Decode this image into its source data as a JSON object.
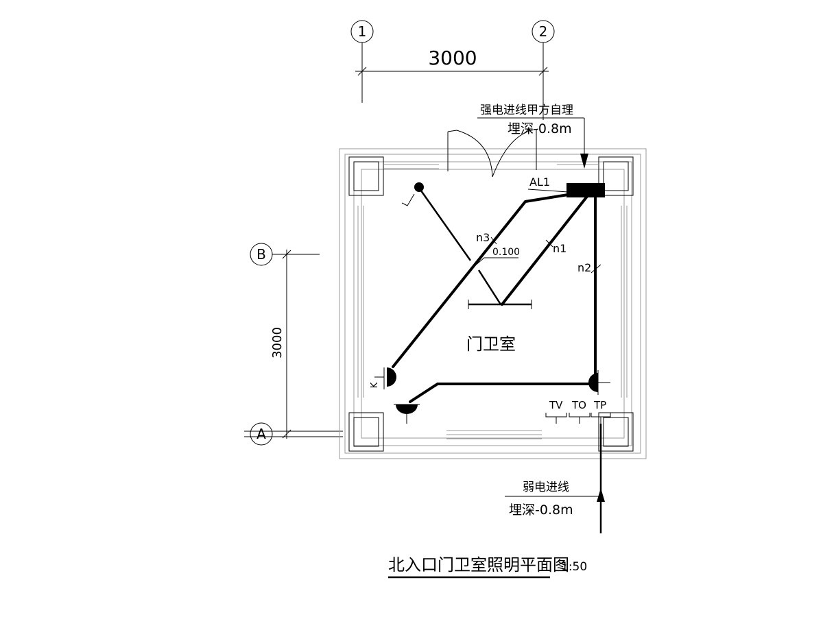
{
  "axes": {
    "axis_1": "1",
    "axis_2": "2",
    "axis_b": "B",
    "axis_a": "A",
    "dim_horizontal": "3000",
    "dim_vertical": "3000"
  },
  "labels": {
    "power_feed_line1": "强电进线甲方自理",
    "power_feed_depth": "埋深-0.8m",
    "panel_id": "AL1",
    "circuit_n1": "n1",
    "circuit_n2": "n2",
    "circuit_n3": "n3",
    "elevation": "0.100",
    "room_name": "门卫室",
    "outlet_tv": "TV",
    "outlet_to": "TO",
    "outlet_tp": "TP",
    "switch_k": "K",
    "weak_feed_line1": "弱电进线",
    "weak_feed_depth": "埋深-0.8m"
  },
  "title": {
    "main": "北入口门卫室照明平面图",
    "scale": "1:50"
  }
}
